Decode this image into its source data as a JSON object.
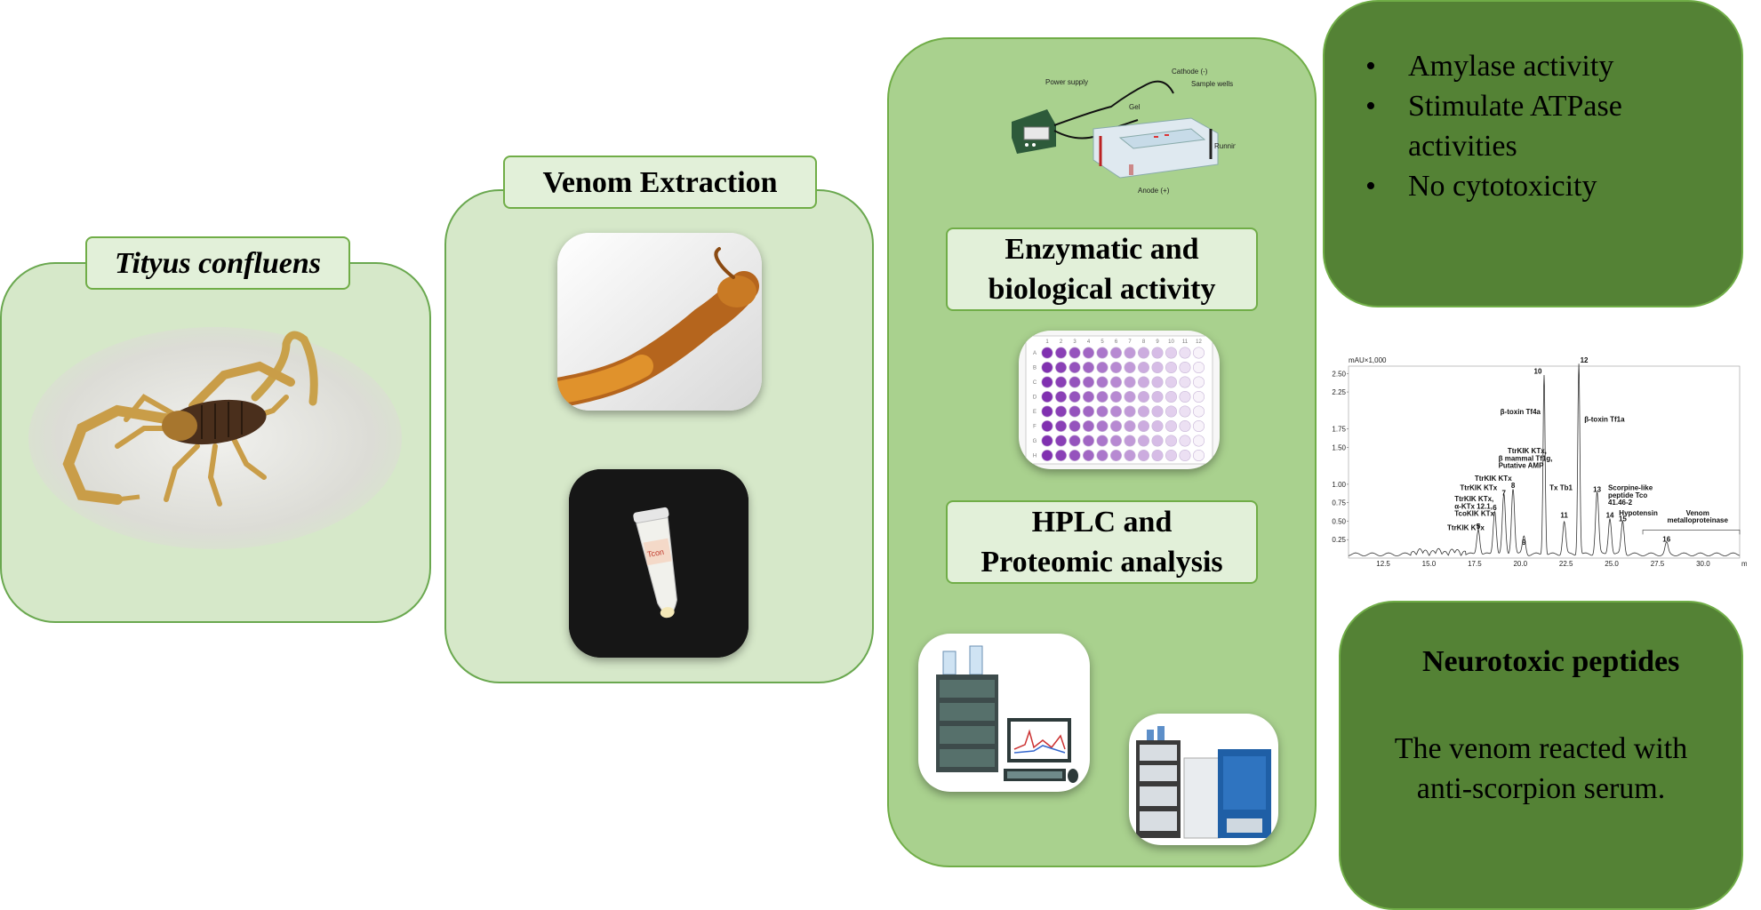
{
  "species": {
    "label": "Tityus confluens"
  },
  "extraction": {
    "label": "Venom Extraction"
  },
  "assays": {
    "enzymatic_label": "Enzymatic and biological activity",
    "enzymatic_line1": "Enzymatic and",
    "enzymatic_line2": "biological activity",
    "hplc_line1": "HPLC and",
    "hplc_line2": "Proteomic analysis",
    "electrophoresis": {
      "power_supply": "Power supply",
      "cathode": "Cathode (-)",
      "sample_wells": "Sample wells",
      "gel": "Gel",
      "running_buffer": "Running buffer",
      "anode": "Anode (+)"
    },
    "plate": {
      "columns": [
        "1",
        "2",
        "3",
        "4",
        "5",
        "6",
        "7",
        "8",
        "9",
        "10",
        "11",
        "12"
      ],
      "rows": [
        "A",
        "B",
        "C",
        "D",
        "E",
        "F",
        "G",
        "H"
      ]
    }
  },
  "results": {
    "bullets": [
      "Amylase activity",
      "Stimulate ATPase activities",
      "No cytotoxicity"
    ],
    "bullet2_line1": "Stimulate ATPase",
    "bullet2_line2": "activities",
    "neuro_title": "Neurotoxic peptides",
    "serum_line1": "The venom reacted with",
    "serum_line2": "anti-scorpion serum."
  },
  "chromatogram": {
    "y_unit": "mAU×1,000",
    "y_ticks": [
      "2.50",
      "2.25",
      "1.75",
      "1.50",
      "1.00",
      "0.75",
      "0.50",
      "0.25"
    ],
    "x_ticks": [
      "12.5",
      "15.0",
      "17.5",
      "20.0",
      "22.5",
      "25.0",
      "27.5",
      "30.0"
    ],
    "x_end": "min",
    "peaks": [
      {
        "n": "5",
        "t": 17.7,
        "h": 0.35
      },
      {
        "n": "6",
        "t": 18.6,
        "h": 0.6
      },
      {
        "n": "7",
        "t": 19.1,
        "h": 0.8
      },
      {
        "n": "8",
        "t": 19.6,
        "h": 0.9
      },
      {
        "n": "9",
        "t": 20.2,
        "h": 0.25
      },
      {
        "n": "10",
        "t": 21.3,
        "h": 2.45
      },
      {
        "n": "11",
        "t": 22.4,
        "h": 0.45
      },
      {
        "n": "12",
        "t": 23.2,
        "h": 2.6
      },
      {
        "n": "13",
        "t": 24.2,
        "h": 0.85
      },
      {
        "n": "14",
        "t": 24.9,
        "h": 0.5
      },
      {
        "n": "15",
        "t": 25.6,
        "h": 0.45
      },
      {
        "n": "16",
        "t": 28.0,
        "h": 0.15
      }
    ],
    "annotations": {
      "btx_tf4a": "β-toxin Tf4a",
      "btx_tf1a": "β-toxin Tf1a",
      "ttrkik_a": "TtrKIK KTx,",
      "ttrkik_b": "β mammal Tf1g,",
      "ttrkik_c": "Putative AMP",
      "ttrkik_single1": "TtrKIK KTx",
      "ttrkik_single2": "TtrKIK KTx",
      "multi_a": "TtrKIK KTx,",
      "multi_b": "α-KTx 12.1,",
      "multi_c": "TcoKIK KTx",
      "ttrkik_5": "TtrKIK KTx",
      "txtb1": "Tx Tb1",
      "scorpine_a": "Scorpine-like",
      "scorpine_b": "peptide Tco",
      "scorpine_c": "41.46-2",
      "hypotensin": "Hypotensin",
      "venom_a": "Venom",
      "venom_b": "metalloproteinase"
    }
  },
  "colors": {
    "light_panel": "#d6e8c9",
    "mid_panel": "#a9d18e",
    "dark_panel": "#548235",
    "border": "#70ad47",
    "label_fill": "#e2f0d9"
  }
}
